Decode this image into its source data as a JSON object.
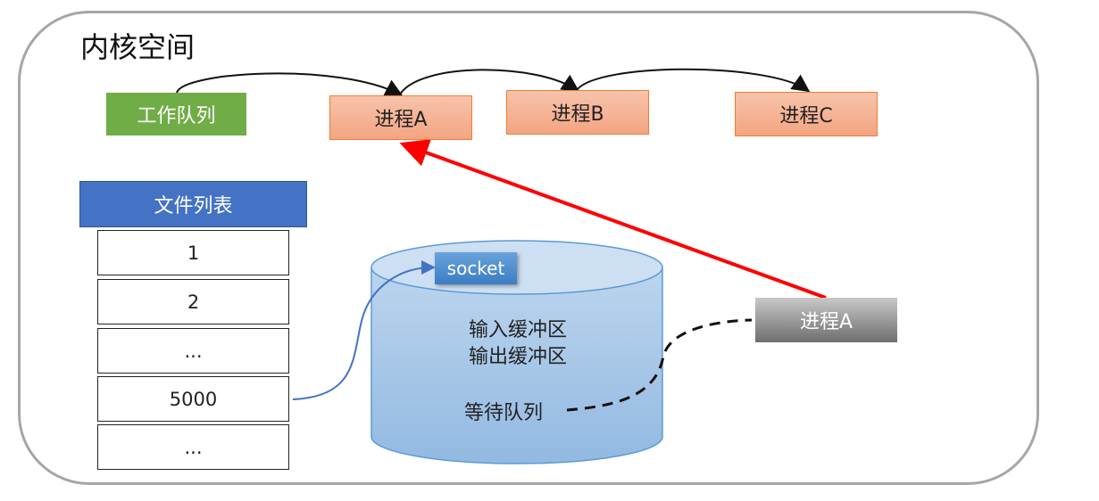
{
  "kernel_space": {
    "title": "内核空间"
  },
  "work_queue": {
    "label": "工作队列",
    "color": "#70ad47"
  },
  "process_queue": [
    {
      "label": "进程A"
    },
    {
      "label": "进程B"
    },
    {
      "label": "进程C"
    }
  ],
  "file_list": {
    "header": "文件列表",
    "rows": [
      "1",
      "2",
      "...",
      "5000",
      "..."
    ]
  },
  "socket": {
    "label": "socket",
    "input_buffer": "输入缓冲区",
    "output_buffer": "输出缓冲区",
    "wait_queue": "等待队列"
  },
  "blocked_process": {
    "label": "进程A"
  },
  "colors": {
    "process_fill": "#f4a582",
    "process_border": "#ed7d31",
    "file_header": "#4472c4",
    "cylinder": "#9dc3e6",
    "wakeup_arrow": "#ff0000"
  }
}
